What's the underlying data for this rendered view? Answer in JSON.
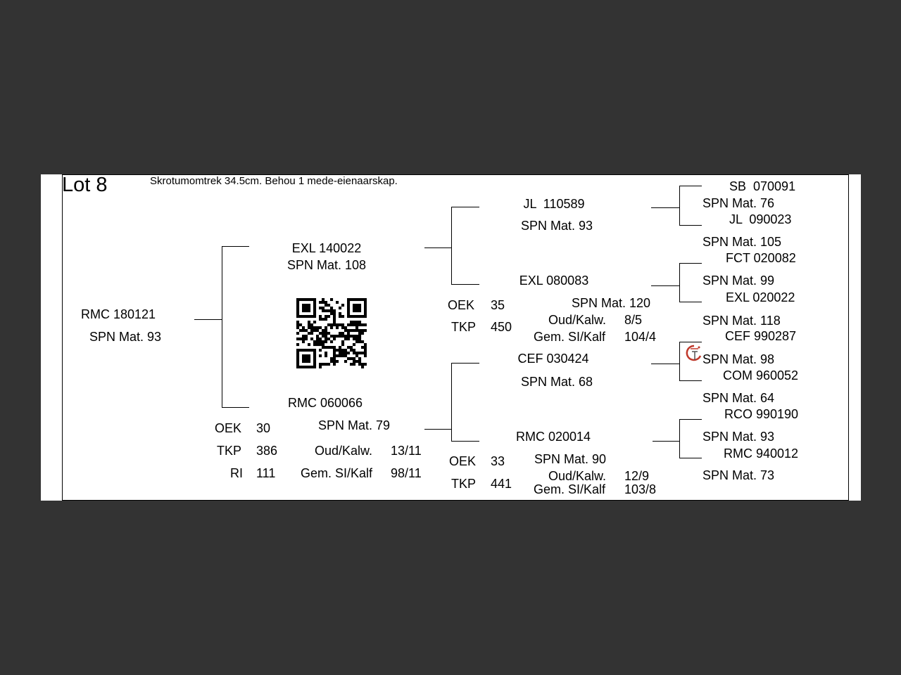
{
  "lot": {
    "title": "Lot 8",
    "note": "Skrotumomtrek 34.5cm. Behou 1 mede-eienaarskap."
  },
  "animal": {
    "id": "RMC 180121",
    "spn": "SPN Mat. 93"
  },
  "sire": {
    "id": "EXL 140022",
    "spn": "SPN Mat. 108",
    "sire": {
      "id": "JL  110589",
      "spn": "SPN Mat. 93",
      "sire": {
        "id": "SB  070091",
        "spn": "SPN Mat. 76"
      },
      "dam": {
        "id": "JL  090023",
        "spn": "SPN Mat. 105"
      }
    },
    "dam": {
      "id": "EXL 080083",
      "spn": "SPN Mat. 120",
      "stats": {
        "oek_label": "OEK",
        "oek": "35",
        "tkp_label": "TKP",
        "tkp": "450",
        "oud_label": "Oud/Kalw.",
        "oud": "8/5",
        "gem_label": "Gem. SI/Kalf",
        "gem": "104/4"
      },
      "sire": {
        "id": "FCT 020082",
        "spn": "SPN Mat. 99"
      },
      "dam": {
        "id": "EXL 020022",
        "spn": "SPN Mat. 118"
      }
    }
  },
  "dam": {
    "id": "RMC 060066",
    "spn": "SPN Mat. 79",
    "stats": {
      "oek_label": "OEK",
      "oek": "30",
      "tkp_label": "TKP",
      "tkp": "386",
      "ri_label": "RI",
      "ri": "111",
      "oud_label": "Oud/Kalw.",
      "oud": "13/11",
      "gem_label": "Gem. SI/Kalf",
      "gem": "98/11"
    },
    "sire": {
      "id": "CEF 030424",
      "spn": "SPN Mat. 68",
      "sire": {
        "id": "CEF 990287",
        "spn": "SPN Mat. 98"
      },
      "dam": {
        "id": "COM 960052",
        "spn": "SPN Mat. 64"
      }
    },
    "dam": {
      "id": "RMC 020014",
      "spn": "SPN Mat. 90",
      "stats": {
        "oek_label": "OEK",
        "oek": "33",
        "tkp_label": "TKP",
        "tkp": "441",
        "oud_label": "Oud/Kalw.",
        "oud": "12/9",
        "gem_label": "Gem. SI/Kalf",
        "gem": "103/8"
      },
      "sire": {
        "id": "RCO 990190",
        "spn": "SPN Mat. 93"
      },
      "dam": {
        "id": "RMC 940012",
        "spn": "SPN Mat. 73"
      }
    }
  },
  "icons": {
    "qr": "qr-code-icon",
    "logo": "stud-logo-icon"
  },
  "colors": {
    "background": "#333333",
    "sheet": "#ffffff",
    "logo": "#c0392b"
  }
}
